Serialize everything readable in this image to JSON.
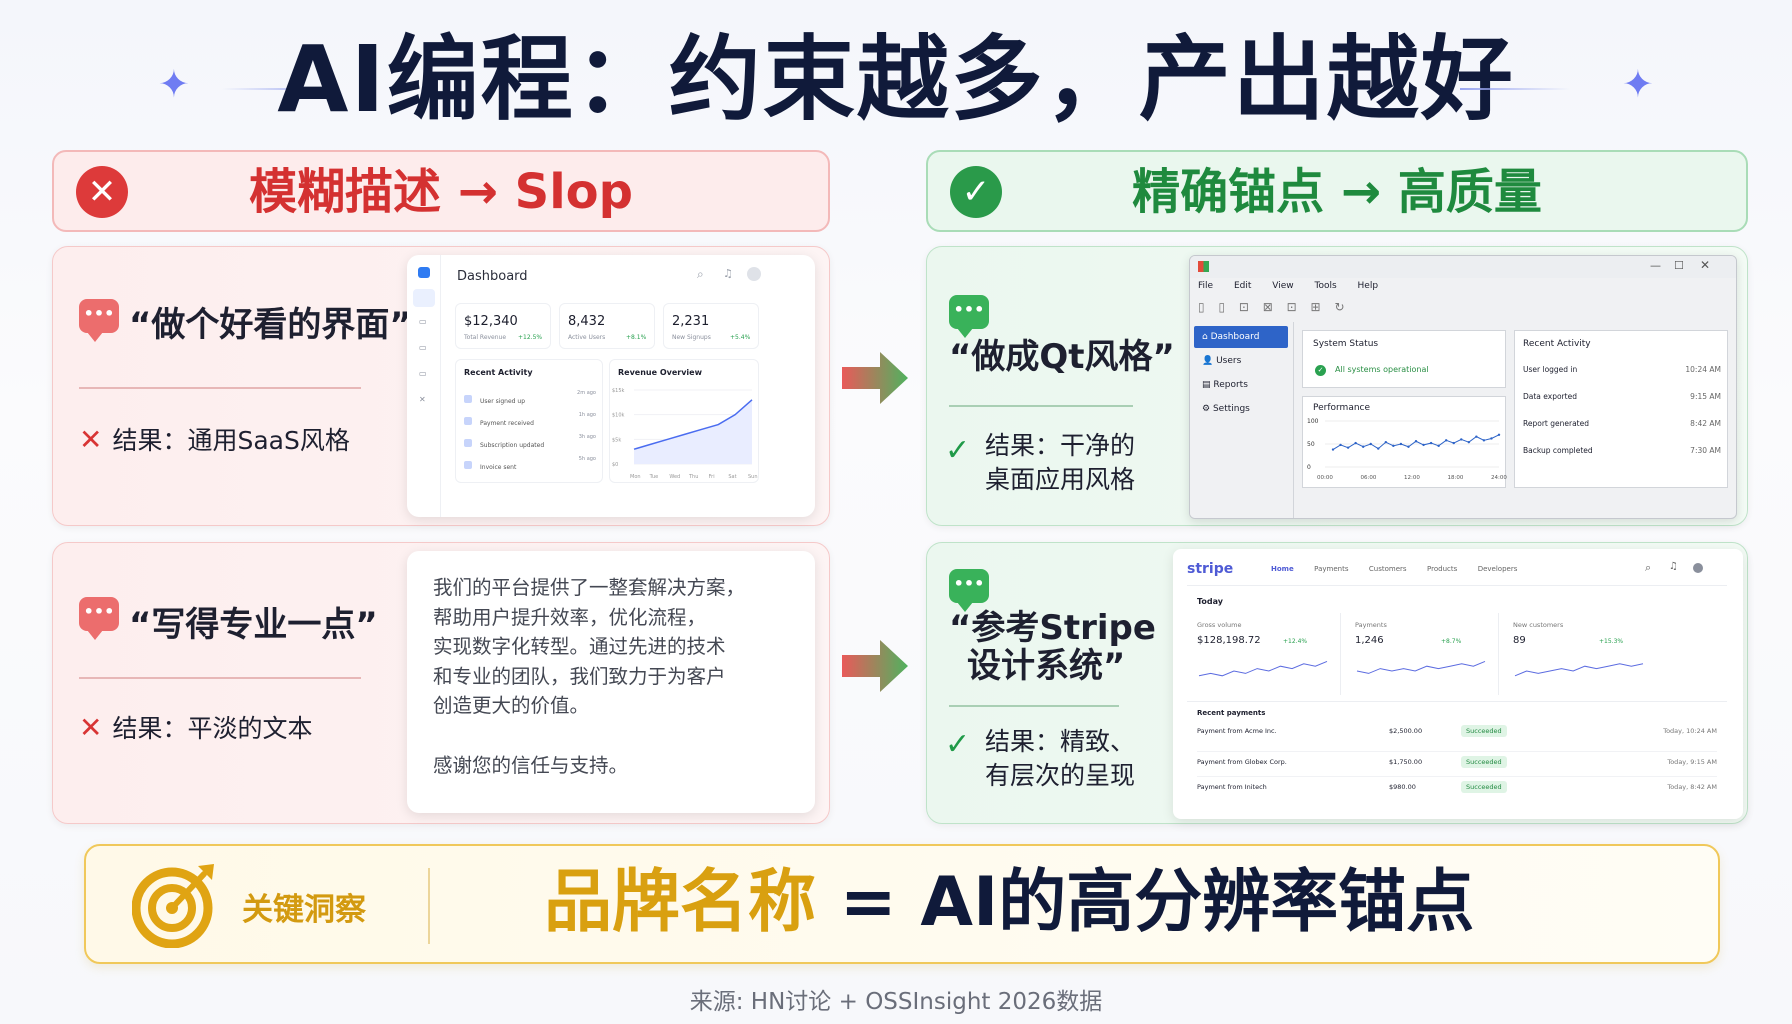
{
  "title": "AI编程：约束越多，产出越好",
  "left_header": {
    "icon": "x-circle-icon",
    "text": "模糊描述 → Slop"
  },
  "right_header": {
    "icon": "check-circle-icon",
    "text": "精确锚点 → 高质量"
  },
  "row1": {
    "bad": {
      "quote": "“做个好看的界面”",
      "result": "结果：通用SaaS风格"
    },
    "good": {
      "quote": "“做成Qt风格”",
      "result_line1": "结果：干净的",
      "result_line2": "桌面应用风格"
    }
  },
  "row2": {
    "bad": {
      "quote": "“写得专业一点”",
      "result": "结果：平淡的文本"
    },
    "good": {
      "quote_line1": "“参考Stripe",
      "quote_line2": "设计系统”",
      "result_line1": "结果：精致、",
      "result_line2": "有层次的呈现"
    }
  },
  "saas": {
    "title": "Dashboard",
    "stats": [
      {
        "value": "$12,340",
        "label": "Total Revenue",
        "delta": "+12.5%"
      },
      {
        "value": "8,432",
        "label": "Active Users",
        "delta": "+8.1%"
      },
      {
        "value": "2,231",
        "label": "New Signups",
        "delta": "+5.4%"
      }
    ],
    "activity_title": "Recent Activity",
    "activity": [
      {
        "text": "User signed up",
        "time": "2m ago"
      },
      {
        "text": "Payment received",
        "time": "1h ago"
      },
      {
        "text": "Subscription updated",
        "time": "3h ago"
      },
      {
        "text": "Invoice sent",
        "time": "5h ago"
      }
    ],
    "revenue_title": "Revenue Overview",
    "y_ticks": [
      "$15k",
      "$10k",
      "$5k",
      "$0"
    ],
    "x_ticks": [
      "Mon",
      "Tue",
      "Wed",
      "Thu",
      "Fri",
      "Sat",
      "Sun"
    ],
    "chart_values": [
      3,
      4,
      5,
      6,
      7,
      8,
      10,
      13
    ]
  },
  "qt": {
    "menu": [
      "File",
      "Edit",
      "View",
      "Tools",
      "Help"
    ],
    "nav": [
      "Dashboard",
      "Users",
      "Reports",
      "Settings"
    ],
    "status_title": "System Status",
    "status_text": "All systems operational",
    "perf_title": "Performance",
    "perf_y": [
      "100",
      "50",
      "0"
    ],
    "perf_x": [
      "00:00",
      "06:00",
      "12:00",
      "18:00",
      "24:00"
    ],
    "recent_title": "Recent Activity",
    "recent": [
      {
        "text": "User logged in",
        "time": "10:24 AM"
      },
      {
        "text": "Data exported",
        "time": "9:15 AM"
      },
      {
        "text": "Report generated",
        "time": "8:42 AM"
      },
      {
        "text": "Backup completed",
        "time": "7:30 AM"
      }
    ]
  },
  "stripe": {
    "logo": "stripe",
    "nav": [
      "Home",
      "Payments",
      "Customers",
      "Products",
      "Developers"
    ],
    "today": "Today",
    "metrics": [
      {
        "label": "Gross volume",
        "value": "$128,198.72",
        "delta": "+12.4%"
      },
      {
        "label": "Payments",
        "value": "1,246",
        "delta": "+8.7%"
      },
      {
        "label": "New customers",
        "value": "89",
        "delta": "+15.3%"
      }
    ],
    "payments_title": "Recent payments",
    "payments": [
      {
        "name": "Payment from Acme Inc.",
        "amount": "$2,500.00",
        "status": "Succeeded",
        "time": "Today, 10:24 AM"
      },
      {
        "name": "Payment from Globex Corp.",
        "amount": "$1,750.00",
        "status": "Succeeded",
        "time": "Today, 9:15 AM"
      },
      {
        "name": "Payment from Initech",
        "amount": "$980.00",
        "status": "Succeeded",
        "time": "Today, 8:42 AM"
      }
    ]
  },
  "plain_text": {
    "lines": [
      "我们的平台提供了一整套解决方案，",
      "帮助用户提升效率，优化流程，",
      "实现数字化转型。通过先进的技术",
      "和专业的团队，我们致力于为客户",
      "创造更大的价值。"
    ],
    "closing": "感谢您的信任与支持。"
  },
  "insight": {
    "icon": "target-icon",
    "label": "关键洞察",
    "text": "品牌名称 = AI的高分辨率锚点"
  },
  "source": "来源: HN讨论 + OSSInsight 2026数据",
  "colors": {
    "bad": "#d43131",
    "good": "#1f8a3e",
    "accent": "#d9a010",
    "title": "#101a3a"
  }
}
